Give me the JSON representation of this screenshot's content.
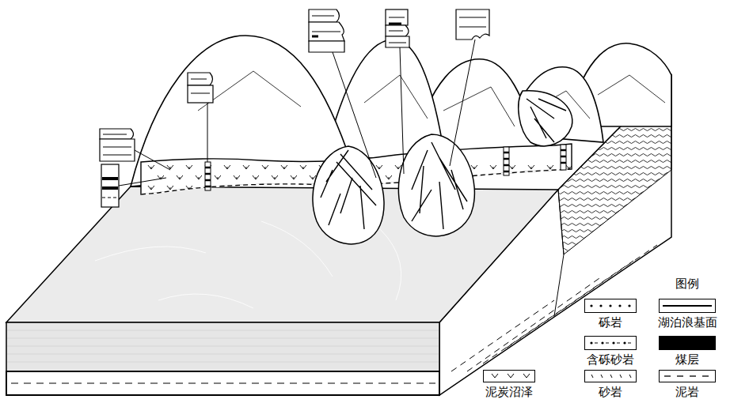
{
  "diagram": {
    "labels": [
      "图例"
    ],
    "legend": [
      {
        "text": "砾岩"
      },
      {
        "text": "湖泊浪基面"
      },
      {
        "text": "含砾砂岩"
      },
      {
        "text": "煤层",
        "color": "#000000"
      },
      {
        "text": "泥炭沼泽"
      },
      {
        "text": "砂岩"
      },
      {
        "text": "泥岩"
      }
    ]
  }
}
